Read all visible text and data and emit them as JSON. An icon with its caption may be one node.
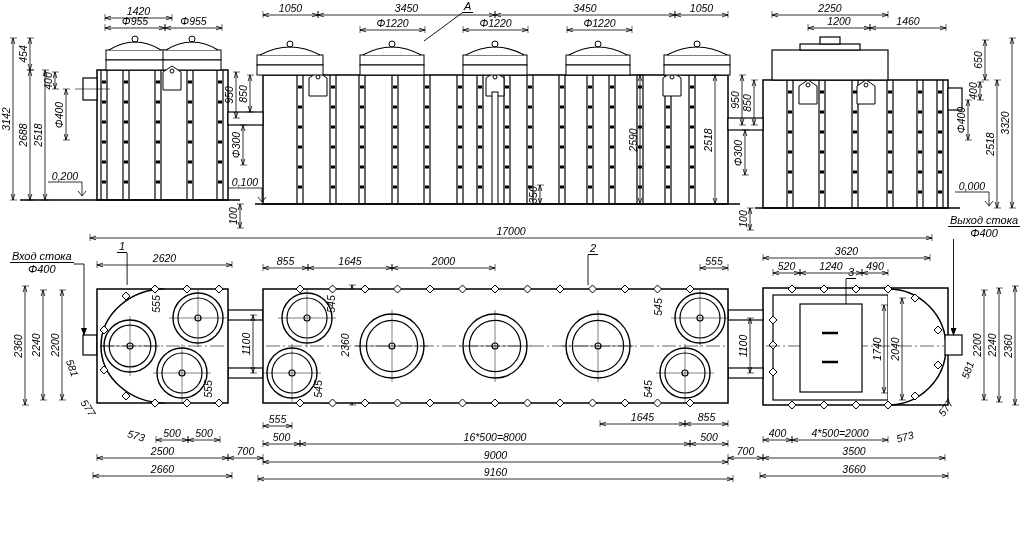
{
  "diagram": {
    "nodes": [
      {
        "text": [
          "A"
        ]
      },
      {
        "text": [
          "Вход стока",
          "Φ400"
        ]
      },
      {
        "text": [
          "Выход стока",
          "Φ400"
        ]
      },
      {
        "text": [
          "1"
        ]
      },
      {
        "text": [
          "2"
        ]
      },
      {
        "text": [
          "3"
        ]
      },
      {
        "text": [],
        "shape": "picture"
      },
      {
        "text": [],
        "shape": "box"
      },
      {
        "text": [],
        "shape": "picture"
      },
      {
        "text": [],
        "shape": "picture"
      },
      {
        "text": [],
        "shape": "box"
      },
      {
        "text": [],
        "shape": "box"
      }
    ],
    "edges": [
      {
        "from": 0,
        "to": 6,
        "arrow": "none"
      },
      {
        "from": 1,
        "to": 7,
        "arrow": "to"
      },
      {
        "from": 2,
        "to": 11,
        "arrow": "to"
      },
      {
        "from": 3,
        "to": 8,
        "arrow": "none"
      },
      {
        "from": 4,
        "to": 9,
        "arrow": "none"
      },
      {
        "from": 5,
        "to": 10,
        "arrow": "none"
      }
    ],
    "labels": [
      "1420",
      "Φ955",
      "Φ955",
      "454",
      "3142",
      "2688",
      "400",
      "2518",
      "Φ400",
      "0,200",
      "950",
      "850",
      "Φ300",
      "0,100",
      "100",
      "1050",
      "3450",
      "3450",
      "1050",
      "Φ1220",
      "Φ1220",
      "Φ1220",
      "2590",
      "2518",
      "350",
      "950",
      "850",
      "Φ300",
      "100",
      "2250",
      "1200",
      "1460",
      "650",
      "400",
      "Φ400",
      "2518",
      "3320",
      "0,000",
      "17000",
      "2620",
      "555",
      "2360",
      "2240",
      "2200",
      "1100",
      "581",
      "577",
      "573",
      "555",
      "500",
      "500",
      "2500",
      "700",
      "2660",
      "855",
      "1645",
      "2000",
      "555",
      "545",
      "2360",
      "545",
      "545",
      "545",
      "555",
      "500",
      "16*500=8000",
      "1645",
      "855",
      "500",
      "9000",
      "9160",
      "3620",
      "520",
      "1240",
      "490",
      "1100",
      "1740",
      "2040",
      "2200",
      "2240",
      "2360",
      "581",
      "577",
      "573",
      "400",
      "4*500=2000",
      "700",
      "3500",
      "3660"
    ]
  }
}
